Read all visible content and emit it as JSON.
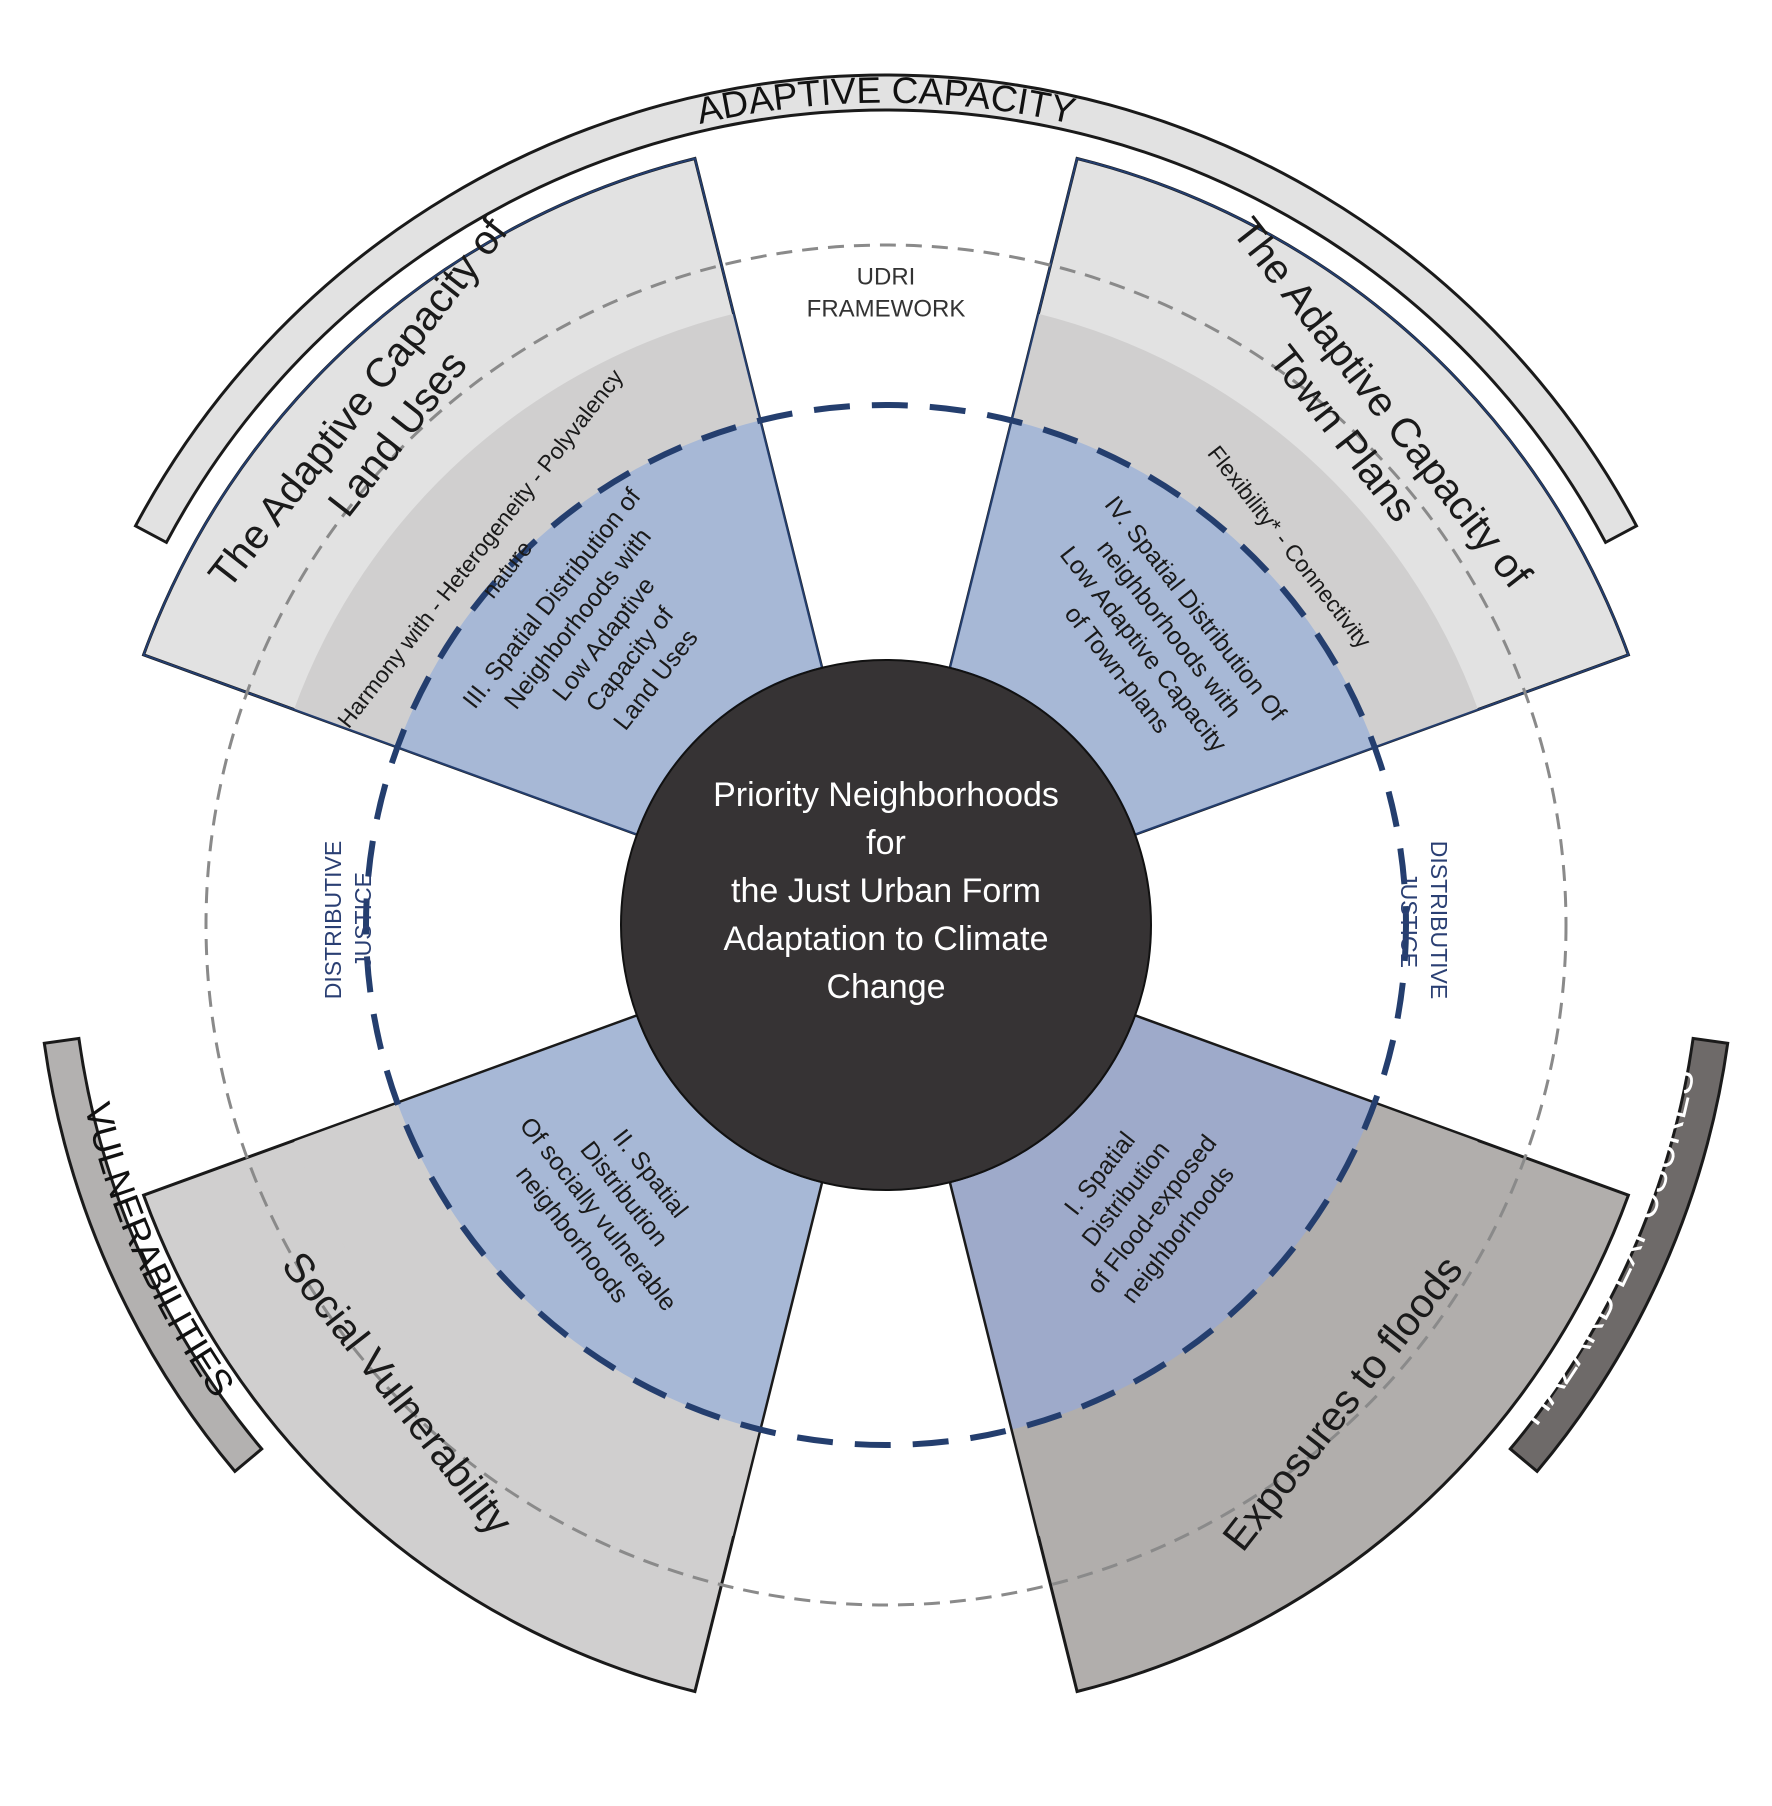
{
  "center": {
    "lines": [
      "Priority Neighborhoods",
      "for",
      "the Just  Urban Form",
      "Adaptation to Climate",
      "Change"
    ]
  },
  "outer_rings": {
    "adaptive_capacity": "ADAPTIVE CAPACITY",
    "vulnerabilities": "VULNERABILITIES",
    "hazard_exposures": "HAZARD EXPOSURES"
  },
  "sectors": {
    "land_uses": {
      "title_lines": [
        "The Adaptive Capacity of",
        "Land Uses"
      ],
      "criteria_lines": [
        "Harmony with - Heterogeneity - Polyvalency",
        "nature"
      ],
      "inner_lines": [
        "III. Spatial Distribution of",
        "Neighborhoods with",
        "Low Adaptive",
        "Capacity of",
        "Land Uses"
      ]
    },
    "town_plans": {
      "title_lines": [
        "The Adaptive  Capacity of",
        "Town Plans"
      ],
      "criteria_lines": [
        "Flexibility* - Connectivity"
      ],
      "inner_lines": [
        "IV. Spatial Distribution Of",
        "neighborhoods with",
        "Low Adaptive Capacity",
        "of Town-plans"
      ]
    },
    "social_vulnerability": {
      "title_lines": [
        "Social Vulnerability"
      ],
      "inner_lines": [
        "II. Spatial",
        "Distribution",
        "Of socially vulnerable",
        "neighborhoods"
      ]
    },
    "floods": {
      "title_lines": [
        "Exposures to floods"
      ],
      "inner_lines": [
        "I. Spatial",
        "Distribution",
        "of Flood-exposed",
        "neighborhoods"
      ]
    }
  },
  "framework": {
    "udri_lines": [
      "UDRI",
      "FRAMEWORK"
    ],
    "justice_left_lines": [
      "DISTRIBUTIVE",
      "JUSTICE"
    ],
    "justice_right_lines": [
      "DISTRIBUTIVE",
      "JUSTICE"
    ]
  },
  "colors": {
    "light_gray": "#e2e2e2",
    "mid_gray": "#d0cfcf",
    "dark_gray": "#b1aeac",
    "band_dark": "#6e6a69",
    "band_mid": "#b3b1b0",
    "blue_fill": "#a7b8d6",
    "blue_fill_dark": "#9eaaca",
    "navy": "#243e6e",
    "center": "#363334"
  }
}
